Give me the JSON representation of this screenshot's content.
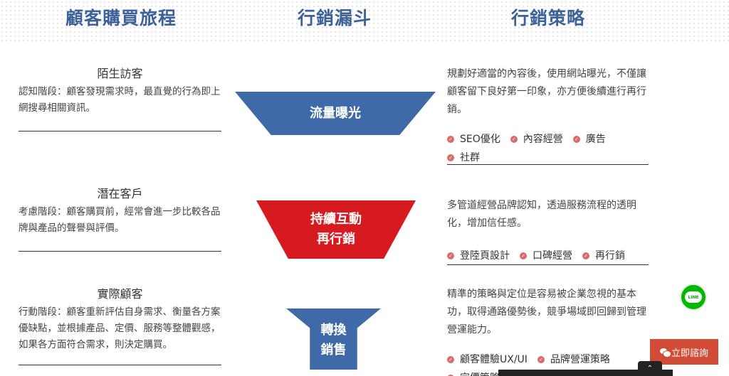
{
  "headers": {
    "journey": "顧客購買旅程",
    "funnel": "行銷漏斗",
    "strategy": "行銷策略"
  },
  "stages": [
    {
      "title": "陌生訪客",
      "desc": "認知階段：顧客發現需求時，最直覺的行為即上網搜尋相關資訊。",
      "funnel_lines": [
        "流量曝光"
      ],
      "strategy": "規劃好適當的內容後，使用網站曝光，不僅讓顧客留下良好第一印象，亦方便後續進行再行銷。",
      "tags": [
        "SEO優化",
        "內容經營",
        "廣告",
        "社群"
      ]
    },
    {
      "title": "潛在客戶",
      "desc": "考慮階段：顧客購買前，經常會進一步比較各品牌與產品的聲譽與評價。",
      "funnel_lines": [
        "持續互動",
        "再行銷"
      ],
      "strategy": "多管道經營品牌認知，透過服務流程的透明化，增加信任感。",
      "tags": [
        "登陸頁設計",
        "口碑經營",
        "再行銷"
      ]
    },
    {
      "title": "實際顧客",
      "desc": "行動階段：顧客重新評估自身需求、衡量各方案優缺點，並根據產品、定價、服務等整體觀感，如果各方面符合需求，則決定購買。",
      "funnel_lines": [
        "轉換",
        "銷售"
      ],
      "strategy": "精準的策略與定位是容易被企業忽視的基本功，取得通路優勢後，競爭場域即回歸到管理營運能力。",
      "tags": [
        "顧客體驗UX/UI",
        "品牌營運策略",
        "定價策略"
      ]
    }
  ],
  "widgets": {
    "line_label": "LINE",
    "consult_label": "立即諮詢",
    "scroll_top_glyph": "⌃"
  },
  "icons": {
    "tag_check": "✓"
  },
  "colors": {
    "heading_blue": "#3d6199",
    "funnel_blue": "#3e6aa8",
    "funnel_red": "#d71920",
    "tag_icon": "#d96b6b",
    "consult_red": "#d14b36",
    "line_green": "#00b900"
  }
}
